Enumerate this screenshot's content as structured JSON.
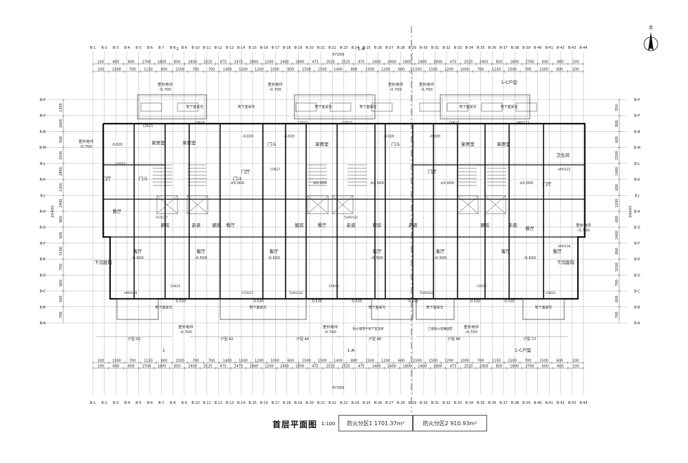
{
  "drawing": {
    "title": "首层平面图",
    "scale": "1:100",
    "fire_zones": [
      {
        "label": "防火分区1",
        "area": "1701.37m²"
      },
      {
        "label": "防火分区2",
        "area": "910.93m²"
      }
    ],
    "north_label": "北",
    "total_dimension": "47200",
    "total_depth": "20400"
  },
  "axes_top": [
    "B-1",
    "B-2",
    "B-3",
    "B-4",
    "B-5",
    "B-6",
    "B-7",
    "B-8",
    "B-9",
    "B-10",
    "B-11",
    "B-12",
    "B-13",
    "B-14",
    "B-15",
    "B-16",
    "B-17",
    "B-18",
    "B-19",
    "B-20",
    "B-21",
    "B-22",
    "B-23",
    "B-24",
    "B-25",
    "B-26",
    "B-27",
    "B-28",
    "B-29",
    "B-30",
    "B-31",
    "B-32",
    "B-33",
    "B-34",
    "B-35",
    "B-36",
    "B-37",
    "B-38",
    "B-39",
    "B-40",
    "B-41",
    "B-42",
    "B-43",
    "B-44"
  ],
  "axes_side": [
    "B-P",
    "B-P",
    "B-N",
    "B-M",
    "B-L",
    "B-K",
    "B-J",
    "B-H",
    "B-G",
    "B-F",
    "B-E",
    "B-D",
    "B-C",
    "B-B",
    "B-A"
  ],
  "dims_top_row1": [
    "100",
    "600",
    "600",
    "2700",
    "1800",
    "850",
    "2450",
    "2525",
    "475",
    "2475",
    "1800",
    "1200",
    "2400",
    "1800",
    "475",
    "2525",
    "2525",
    "475",
    "2400",
    "2400",
    "1800",
    "2400",
    "1800",
    "475",
    "2525",
    "2450",
    "850",
    "1800",
    "2700",
    "600",
    "600",
    "100"
  ],
  "dims_top_row2": [
    "100",
    "1500",
    "700",
    "1150",
    "600",
    "1500",
    "700",
    "700",
    "1400",
    "1500",
    "1200",
    "1000",
    "600",
    "1500",
    "1500",
    "1400",
    "800",
    "1500",
    "1200",
    "600",
    "1500",
    "1500",
    "1200",
    "1000",
    "700",
    "1150",
    "1500",
    "700",
    "1500",
    "600",
    "100"
  ],
  "dims_left": [
    "1350",
    "1600",
    "500",
    "2500",
    "2800",
    "1200",
    "2400",
    "800",
    "600",
    "5100",
    "700",
    "600",
    "500",
    "700"
  ],
  "dims_right": [
    "550",
    "800",
    "600",
    "2500",
    "1400",
    "600",
    "1200",
    "600",
    "2400",
    "800",
    "5100",
    "700",
    "600",
    "700"
  ],
  "rooms": [
    {
      "name": "家居室"
    },
    {
      "name": "家居室"
    },
    {
      "name": "家居室"
    },
    {
      "name": "家居室"
    },
    {
      "name": "家居室"
    },
    {
      "name": "门厅"
    },
    {
      "name": "门厅"
    },
    {
      "name": "门厅"
    },
    {
      "name": "门厅"
    },
    {
      "name": "门斗"
    },
    {
      "name": "门斗"
    },
    {
      "name": "门斗"
    },
    {
      "name": "门斗"
    },
    {
      "name": "餐厅"
    },
    {
      "name": "餐厅"
    },
    {
      "name": "餐厅"
    },
    {
      "name": "餐厅"
    },
    {
      "name": "厨房"
    },
    {
      "name": "厨房"
    },
    {
      "name": "厨房"
    },
    {
      "name": "厨房"
    },
    {
      "name": "厨房"
    },
    {
      "name": "走道"
    },
    {
      "name": "走道"
    },
    {
      "name": "走道"
    },
    {
      "name": "走道"
    },
    {
      "name": "客厅"
    },
    {
      "name": "客厅"
    },
    {
      "name": "客厅"
    },
    {
      "name": "客厅"
    },
    {
      "name": "客厅"
    },
    {
      "name": "客厅"
    },
    {
      "name": "客厅"
    },
    {
      "name": "卫生间"
    },
    {
      "name": "下沉庭院"
    },
    {
      "name": "下沉庭院"
    }
  ],
  "levels": {
    "outdoor": "室外地坪",
    "outdoor_value": "-0.700",
    "floor_zero": "±0.000",
    "floor_neg500": "-0.500",
    "floor_neg520": "-0.520",
    "floor_neg020": "-0.020"
  },
  "units": [
    "户型 D2",
    "户型 A2",
    "户型 A4",
    "户型 A8",
    "户型 A4",
    "户型 C2"
  ],
  "section_marks": [
    "1",
    "1",
    "1-A",
    "1-A",
    "1-C户型",
    "1-C户型"
  ],
  "window_tags": [
    "C0615",
    "C0618",
    "C0522",
    "C0527",
    "C0627",
    "HM1522",
    "HM1530",
    "FC0527",
    "TLM1522",
    "TLM1022",
    "C0815"
  ],
  "notes": [
    "地下室采光",
    "防火墙用于地下室连接",
    "乙级防火窗做固定"
  ]
}
